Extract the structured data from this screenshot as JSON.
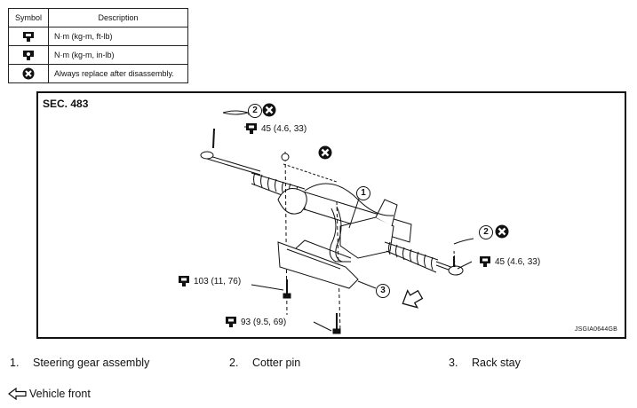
{
  "symbol_table": {
    "headers": {
      "symbol": "Symbol",
      "description": "Description"
    },
    "rows": [
      {
        "icon": "torque-wrench-icon",
        "description": "N·m (kg-m, ft-lb)"
      },
      {
        "icon": "torque-wrench-small-icon",
        "description": "N·m (kg-m, in-lb)"
      },
      {
        "icon": "replace-x-icon",
        "description": "Always replace after disassembly."
      }
    ]
  },
  "figure": {
    "section": "SEC. 483",
    "figure_id": "JSGIA0644GB",
    "torque_callouts": {
      "upper_left": "45 (4.6, 33)",
      "right": "45 (4.6, 33)",
      "left_bolt": "103 (11, 76)",
      "bottom_bolt": "93 (9.5, 69)"
    },
    "markers": {
      "one": "1",
      "two": "2",
      "three": "3"
    }
  },
  "parts": [
    {
      "num": "1.",
      "name": "Steering gear assembly"
    },
    {
      "num": "2.",
      "name": "Cotter pin"
    },
    {
      "num": "3.",
      "name": "Rack stay"
    }
  ],
  "vehicle_front": "Vehicle front"
}
